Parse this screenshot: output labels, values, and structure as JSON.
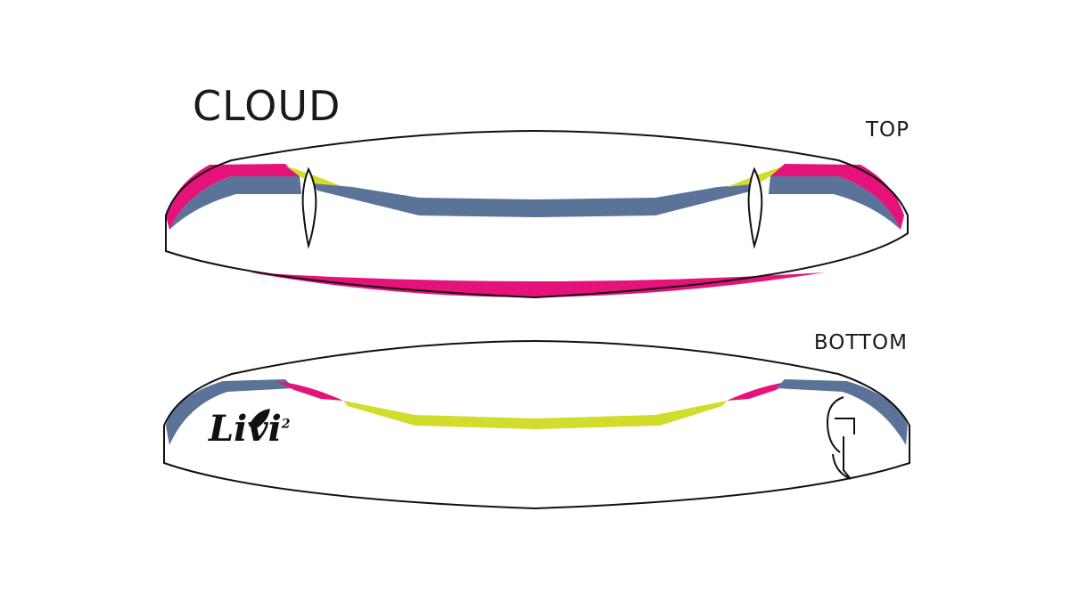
{
  "title": "CLOUD",
  "views": {
    "top_label": "TOP",
    "bottom_label": "BOTTOM"
  },
  "logos": {
    "left": "Livi",
    "left_superscript": "2"
  },
  "colors": {
    "outline": "#111111",
    "pink": "#e5127a",
    "blue": "#5b7399",
    "lime": "#d2dc2a",
    "background": "#ffffff"
  }
}
